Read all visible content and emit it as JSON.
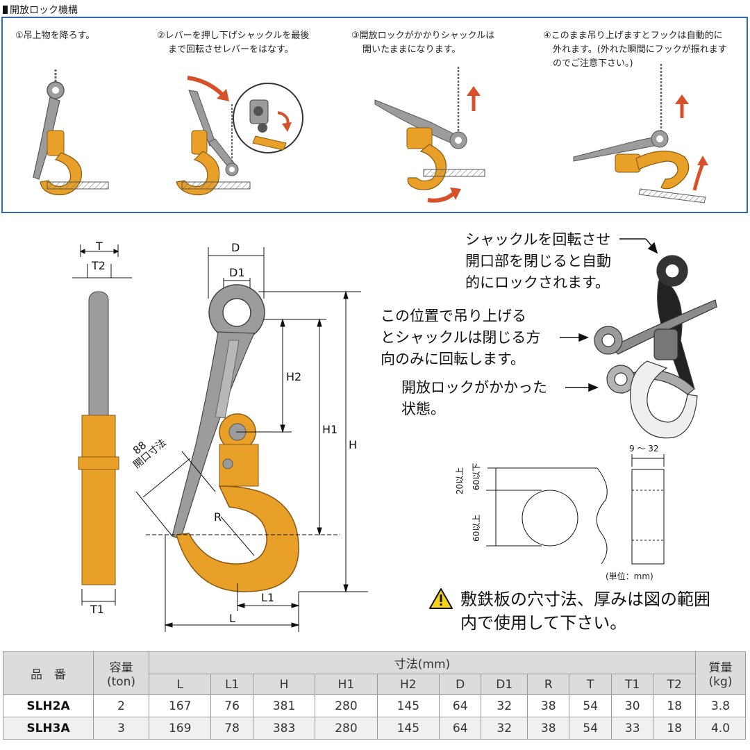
{
  "header": {
    "title": "開放ロック機構"
  },
  "steps": [
    {
      "line1": "①吊上物を降ろす。",
      "line2": "",
      "line3": ""
    },
    {
      "line1": "②レバーを押し下げシャックルを最後",
      "line2": "まで回転させレバーをはなす。",
      "line3": ""
    },
    {
      "line1": "③開放ロックがかかりシャックルは",
      "line2": "開いたままになります。",
      "line3": ""
    },
    {
      "line1": "④このまま吊り上げますとフックは自動的に",
      "line2": "外れます。(外れた瞬間にフックが振れます",
      "line3": "のでご注意下さい。)"
    }
  ],
  "dimensions": {
    "T": "T",
    "T2": "T2",
    "T1": "T1",
    "D": "D",
    "D1": "D1",
    "H": "H",
    "H1": "H1",
    "H2": "H2",
    "R": "R",
    "L": "L",
    "L1": "L1",
    "opening_value": "88",
    "opening_label": "開口寸法"
  },
  "notes": [
    {
      "line1": "シャックルを回転させ",
      "line2": "開口部を閉じると自動",
      "line3": "的にロックされます。"
    },
    {
      "line1": "この位置で吊り上げる",
      "line2": "とシャックルは閉じる方",
      "line3": "向のみに回転します。"
    },
    {
      "line1": "開放ロックがかかった",
      "line2": "状態。",
      "line3": ""
    }
  ],
  "plate": {
    "thickness_range": "9 ～ 32",
    "top_label_a": "20以上",
    "top_label_b": "60以下",
    "bottom_label": "60以上"
  },
  "unit_note": "(単位：mm)",
  "warning": {
    "icon": "warning-triangle-icon",
    "text": "敷鉄板の穴寸法、厚みは図の範囲内で使用して下さい。"
  },
  "table": {
    "headers": {
      "model": "品　番",
      "capacity": "容量",
      "capacity_unit": "(ton)",
      "dims_group": "寸法(mm)",
      "mass": "質量",
      "mass_unit": "(kg)"
    },
    "dim_columns": [
      "L",
      "L1",
      "H",
      "H1",
      "H2",
      "D",
      "D1",
      "R",
      "T",
      "T1",
      "T2"
    ],
    "rows": [
      {
        "model": "SLH2A",
        "capacity": "2",
        "dims": [
          "167",
          "76",
          "381",
          "280",
          "145",
          "64",
          "32",
          "38",
          "54",
          "30",
          "18"
        ],
        "mass": "3.8"
      },
      {
        "model": "SLH3A",
        "capacity": "3",
        "dims": [
          "169",
          "78",
          "383",
          "280",
          "145",
          "64",
          "32",
          "38",
          "54",
          "33",
          "18"
        ],
        "mass": "4.0"
      }
    ]
  },
  "colors": {
    "hook_orange": "#e8a028",
    "lever_gray": "#9c9c9c",
    "frame_blue": "#2b6cb0",
    "arrow_red": "#d6502a",
    "table_header": "#dcdcdc"
  }
}
